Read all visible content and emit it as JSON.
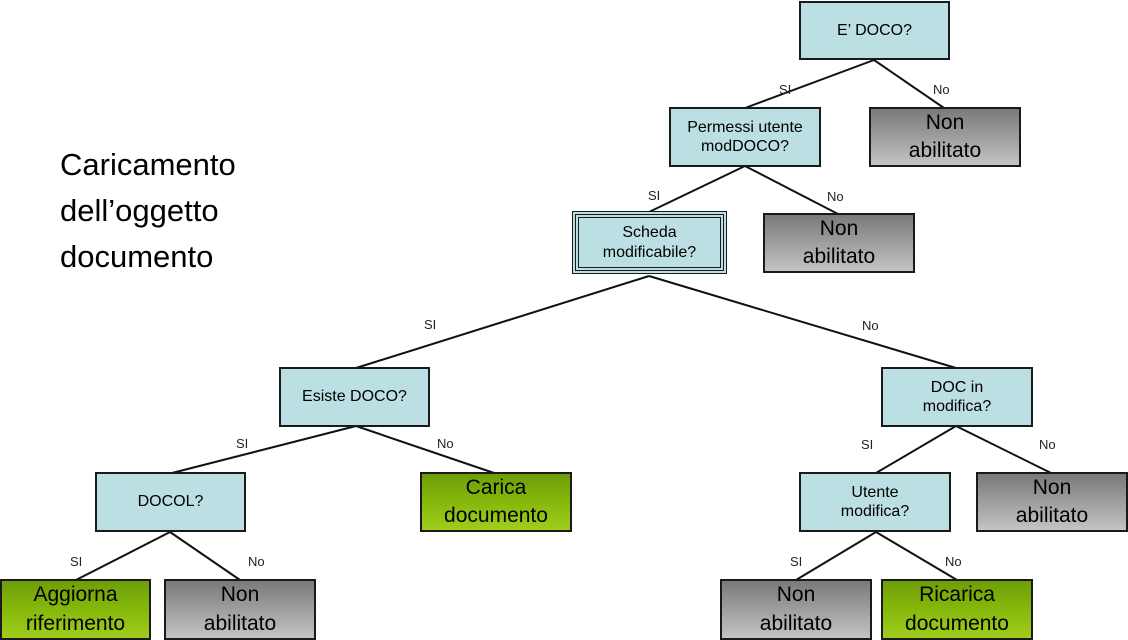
{
  "title": "Caricamento\ndell’oggetto\ndocumento",
  "colors": {
    "question": "#bcdfe3",
    "denied": "#9a9a9a",
    "action": "#86b80c",
    "border": "#1a1a1a"
  },
  "edge_labels": {
    "yes": "SI",
    "no": "No"
  },
  "nodes": {
    "e_doco": "E’ DOCO?",
    "permessi": "Permessi utente\nmodDOCO?",
    "non_abil_1": "Non\nabilitato",
    "scheda": "Scheda\nmodificabile?",
    "non_abil_2": "Non\nabilitato",
    "esiste_doco": "Esiste DOCO?",
    "doc_in_modifica": "DOC in\nmodifica?",
    "docol": "DOCOL?",
    "carica_documento": "Carica\ndocumento",
    "utente_modifica": "Utente\nmodifica?",
    "non_abil_3": "Non\nabilitato",
    "aggiorna_riferimento": "Aggiorna\nriferimento",
    "non_abil_4": "Non\nabilitato",
    "non_abil_5": "Non\nabilitato",
    "ricarica_documento": "Ricarica\ndocumento"
  }
}
